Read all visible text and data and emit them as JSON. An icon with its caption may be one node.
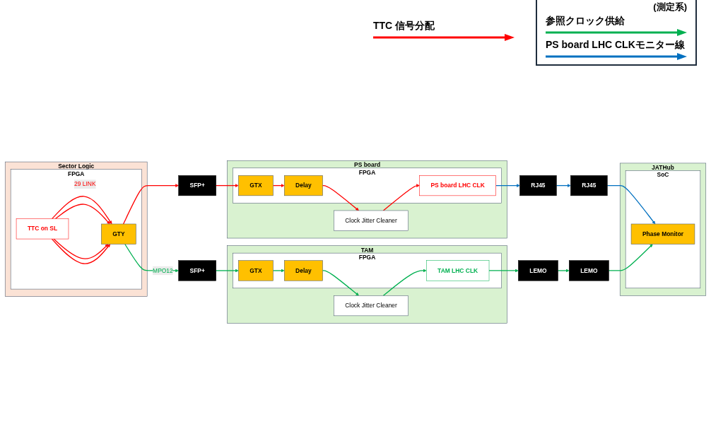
{
  "diagram": {
    "nodes": [
      {
        "text": [
          "Sector Logic"
        ]
      },
      {
        "text": [
          "FPGA"
        ],
        "in": 0
      },
      {
        "text": [
          "GTY"
        ],
        "in": 1
      },
      {
        "text": [
          "TTC on SL"
        ],
        "in": 1
      },
      {
        "text": [
          "PS board"
        ]
      },
      {
        "text": [
          "SFP+"
        ]
      },
      {
        "text": [
          "Clock Jitter Cleaner"
        ],
        "in": 4
      },
      {
        "text": [
          "FPGA"
        ],
        "in": 4
      },
      {
        "text": [
          "GTX"
        ],
        "in": 7
      },
      {
        "text": [
          "Delay"
        ],
        "in": 7
      },
      {
        "text": [
          "PS board LHC CLK"
        ],
        "in": 7
      },
      {
        "text": [
          "RJ45"
        ]
      },
      {
        "text": [
          "RJ45"
        ]
      },
      {
        "text": [
          "TAM"
        ]
      },
      {
        "text": [
          "SFP+"
        ]
      },
      {
        "text": [
          "Clock Jitter Cleaner"
        ],
        "in": 13
      },
      {
        "text": [
          "FPGA"
        ],
        "in": 13
      },
      {
        "text": [
          "GTX"
        ],
        "in": 16
      },
      {
        "text": [
          "Delay"
        ],
        "in": 16
      },
      {
        "text": [
          "TAM LHC CLK"
        ],
        "in": 16
      },
      {
        "text": [
          "LEMO"
        ]
      },
      {
        "text": [
          "JATHub"
        ]
      },
      {
        "text": [
          "LEMO"
        ]
      },
      {
        "text": [
          "SoC"
        ],
        "in": 21
      },
      {
        "text": [
          "Phase Monitor"
        ],
        "in": 23
      }
    ],
    "edges": [
      {
        "from": 3,
        "to": 2,
        "arrow": "to",
        "label": "29 LINK",
        "color": "#ff0000"
      },
      {
        "from": 3,
        "to": 2,
        "arrow": "to",
        "color": "#ff0000"
      },
      {
        "from": 3,
        "to": 2,
        "arrow": "to",
        "color": "#ff0000"
      },
      {
        "from": 3,
        "to": 2,
        "arrow": "to",
        "color": "#ff0000"
      },
      {
        "from": 2,
        "to": 5,
        "arrow": "to",
        "color": "#ff0000"
      },
      {
        "from": 5,
        "to": 8,
        "arrow": "to",
        "color": "#ff0000"
      },
      {
        "from": 8,
        "to": 9,
        "arrow": "to",
        "color": "#ff0000"
      },
      {
        "from": 9,
        "to": 6,
        "arrow": "to",
        "color": "#ff0000"
      },
      {
        "from": 6,
        "to": 10,
        "arrow": "to",
        "color": "#ff0000"
      },
      {
        "from": 10,
        "to": 11,
        "arrow": "to",
        "color": "#0070c0"
      },
      {
        "from": 11,
        "to": 12,
        "arrow": "to",
        "color": "#0070c0"
      },
      {
        "from": 12,
        "to": 24,
        "arrow": "to",
        "color": "#0070c0"
      },
      {
        "from": 2,
        "to": 14,
        "arrow": "to",
        "label": "MPO12",
        "color": "#00b050"
      },
      {
        "from": 14,
        "to": 17,
        "arrow": "to",
        "color": "#00b050"
      },
      {
        "from": 17,
        "to": 18,
        "arrow": "to",
        "color": "#00b050"
      },
      {
        "from": 18,
        "to": 15,
        "arrow": "to",
        "color": "#00b050"
      },
      {
        "from": 15,
        "to": 19,
        "arrow": "to",
        "color": "#00b050"
      },
      {
        "from": 19,
        "to": 20,
        "arrow": "to",
        "color": "#00b050"
      },
      {
        "from": 20,
        "to": 22,
        "arrow": "to",
        "color": "#00b050"
      },
      {
        "from": 22,
        "to": 24,
        "arrow": "to",
        "color": "#00b050"
      }
    ],
    "labels": [
      "(測定系)"
    ],
    "legend": [
      {
        "text": "TTC 信号分配",
        "color": "#ff0000"
      },
      {
        "text": "参照クロック供給",
        "color": "#00b050"
      },
      {
        "text": "PS board LHC CLKモニター線",
        "color": "#0070c0"
      }
    ]
  }
}
